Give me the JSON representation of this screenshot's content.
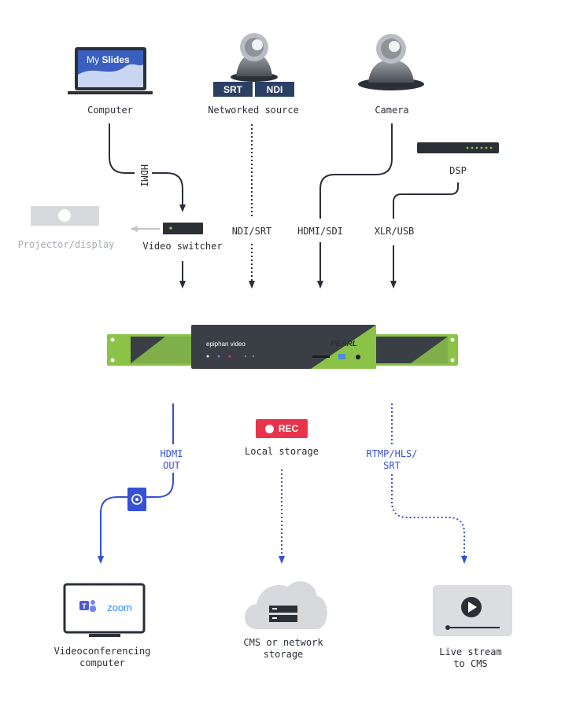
{
  "sources": {
    "computer": {
      "label": "Computer",
      "slide_text_prefix": "My ",
      "slide_text_bold": "Slides"
    },
    "networked": {
      "label": "Networked source",
      "badge_srt": "SRT",
      "badge_ndi": "NDI"
    },
    "camera": {
      "label": "Camera"
    },
    "dsp": {
      "label": "DSP"
    },
    "projector": {
      "label": "Projector/display"
    },
    "switcher": {
      "label": "Video switcher"
    }
  },
  "connections": {
    "hdmi_in": "HDMI",
    "ndi_srt": "NDI/SRT",
    "hdmi_sdi": "HDMI/SDI",
    "xlr_usb": "XLR/USB",
    "hdmi_out": "HDMI\nOUT",
    "rtmp": "RTMP/HLS/\nSRT"
  },
  "device": {
    "brand": "epiphan video",
    "model": "PEARL"
  },
  "outputs": {
    "rec_badge": "REC",
    "local_storage": "Local storage",
    "videoconf": "Videoconferencing\ncomputer",
    "zoom_text": "zoom",
    "cms": "CMS or network\nstorage",
    "live": "Live stream\nto CMS"
  },
  "colors": {
    "dark_line": "#2b2f36",
    "blue_line": "#3650d6",
    "rec_red": "#e8334a",
    "pearl_green": "#8bc349"
  }
}
